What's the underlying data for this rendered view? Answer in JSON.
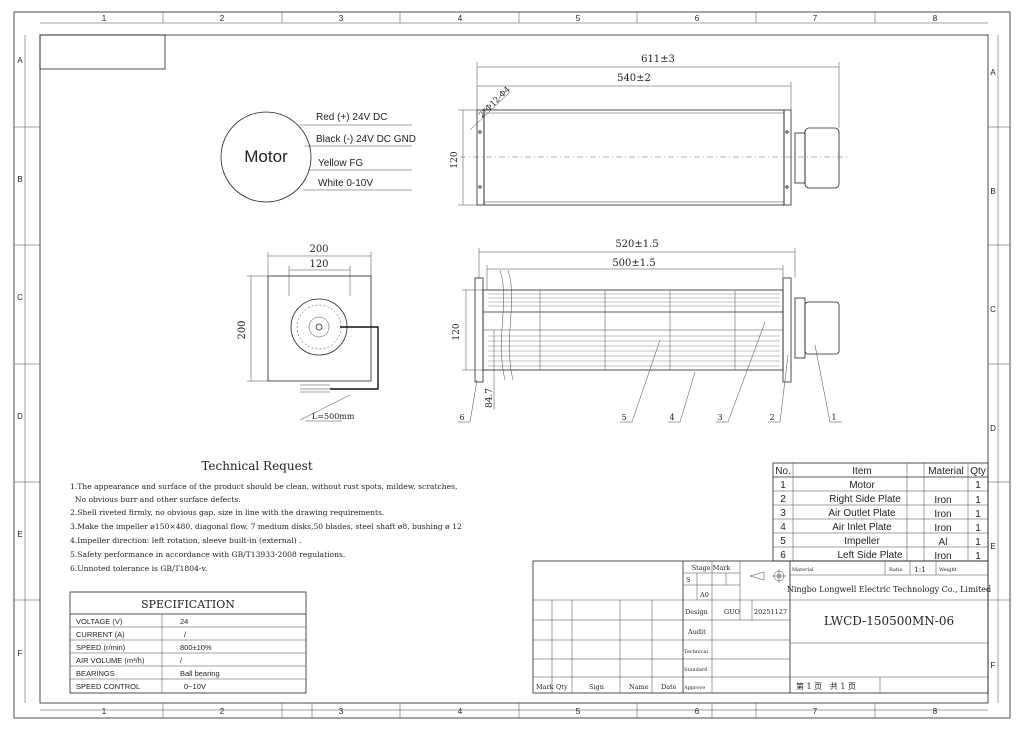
{
  "zones": {
    "columns": [
      "1",
      "2",
      "3",
      "4",
      "5",
      "6",
      "7",
      "8"
    ],
    "rows": [
      "A",
      "B",
      "C",
      "D",
      "E",
      "F"
    ]
  },
  "motor": {
    "label": "Motor",
    "wires": [
      "Red (+) 24V DC",
      "Black (-) 24V DC GND",
      "Yellow FG",
      "White 0-10V"
    ]
  },
  "dimensions": {
    "top_overall": "611±3",
    "top_body": "540±2",
    "top_holes": "2*Φ12-Φ4",
    "top_height": "120",
    "side_width": "200",
    "side_inner": "120",
    "side_height": "200",
    "cable_length": "L=500mm",
    "front_overall": "520±1.5",
    "front_body": "500±1.5",
    "front_height": "120",
    "front_depth": "84.7"
  },
  "balloons": [
    "6",
    "5",
    "4",
    "3",
    "2",
    "1"
  ],
  "technical_request": {
    "title": "Technical Request",
    "lines": [
      "1.The appearance and surface of the product should be clean, without rust spots, mildew, scratches,",
      "  No obvious burr and other surface defects.",
      "2.Shell riveted firmly, no obvious gap, size in line with the drawing requirements.",
      "3.Make the impeller ø150×480, diagonal flow, 7 medium disks,50 blades, steel shaft ø8, bushing ø 12",
      "4.Impeller direction: left rotation,  sleeve built-in (external) .",
      "5.Safety performance in accordance with GB/T13933-2008 regulations.",
      "6.Unnoted tolerance is GB/T1804-v."
    ]
  },
  "specification": {
    "title": "SPECIFICATION",
    "rows": [
      {
        "label": "VOLTAGE (V)",
        "value": "24"
      },
      {
        "label": "CURRENT  (A)",
        "value": "/"
      },
      {
        "label": "SPEED  (r/min)",
        "value": "800±10%"
      },
      {
        "label": "AIR  VOLUME  (m³/h)",
        "value": "/"
      },
      {
        "label": "BEARINGS",
        "value": "Ball bearing"
      },
      {
        "label": "SPEED CONTROL",
        "value": "0~10V"
      }
    ]
  },
  "parts_list": {
    "headers": [
      "No.",
      "Item",
      "Material",
      "Qty"
    ],
    "rows": [
      {
        "no": "1",
        "item": "Motor",
        "material": "",
        "qty": "1"
      },
      {
        "no": "2",
        "item": "Right Side Plate",
        "material": "Iron",
        "qty": "1"
      },
      {
        "no": "3",
        "item": "Air Outlet Plate",
        "material": "Iron",
        "qty": "1"
      },
      {
        "no": "4",
        "item": "Air Inlet Plate",
        "material": "Iron",
        "qty": "1"
      },
      {
        "no": "5",
        "item": "Impeller",
        "material": "Al",
        "qty": "1"
      },
      {
        "no": "6",
        "item": "Left Side Plate",
        "material": "Iron",
        "qty": "1"
      }
    ]
  },
  "title_block": {
    "stage_mark": "Stage Mark",
    "stage_s": "S",
    "size": "A0",
    "material_label": "Material",
    "ratio_label": "Ratio",
    "ratio": "1:1",
    "weight_label": "Weight",
    "company": "Ningbo Longwell Electric Technology  Co., Limited",
    "design_label": "Design",
    "designer": "GUO",
    "date": "20251127",
    "audit_label": "Audit",
    "technical_label": "Technical",
    "standard_label": "Standard",
    "approve_label": "Approve",
    "drawing_no": "LWCD-150500MN-06",
    "mark_label": "Mark",
    "qty_label": "Qty",
    "sign_label": "Sign",
    "name_label": "Name",
    "date_label": "Date",
    "sheet": "第 1 页   共 1 页"
  }
}
